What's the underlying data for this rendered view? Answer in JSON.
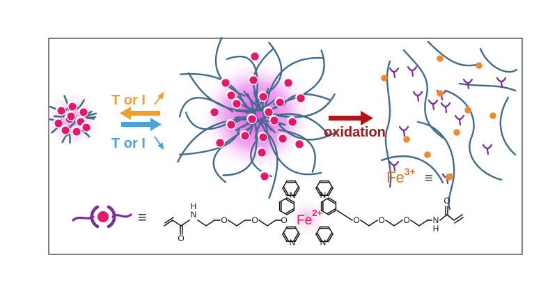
{
  "labels": {
    "forward_condition": "T or I",
    "reverse_condition": "T or I",
    "oxidation": "oxidation",
    "fe3_base": "Fe",
    "fe3_charge": "3+",
    "equiv_symbol": "≡",
    "fe2_base": "Fe",
    "fe2_charge": "2+",
    "amide_n": "N",
    "amide_h": "H",
    "carbonyl_o": "O",
    "ether_o": "O",
    "pyridine_n": "N"
  },
  "colors": {
    "frame": "#555555",
    "polymer_strand": "#3f6c8e",
    "crosslink_core": "#e8156b",
    "glow": "#e040e0",
    "ligand": "#7a2d9c",
    "fe3_dot": "#ee8a2e",
    "arrow_forward": "#f0a028",
    "arrow_reverse": "#4aa1dd",
    "arrow_oxidation": "#b01818",
    "text_forward": "#f0a028",
    "text_reverse": "#4aa1dd",
    "text_oxidation": "#a81515",
    "text_fe3": "#d9752a",
    "text_fe2": "#e8156b",
    "bond": "#111111"
  }
}
